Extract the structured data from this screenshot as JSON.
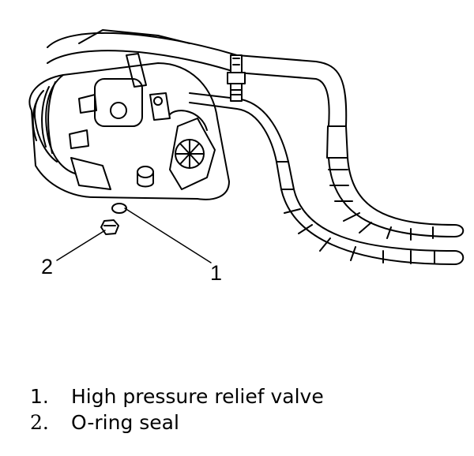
{
  "diagram": {
    "callouts": [
      {
        "num": "1"
      },
      {
        "num": "2"
      }
    ]
  },
  "legend": {
    "items": [
      {
        "num": "1.",
        "label": "High pressure relief valve"
      },
      {
        "num": "2.",
        "label": "O-ring seal"
      }
    ]
  }
}
